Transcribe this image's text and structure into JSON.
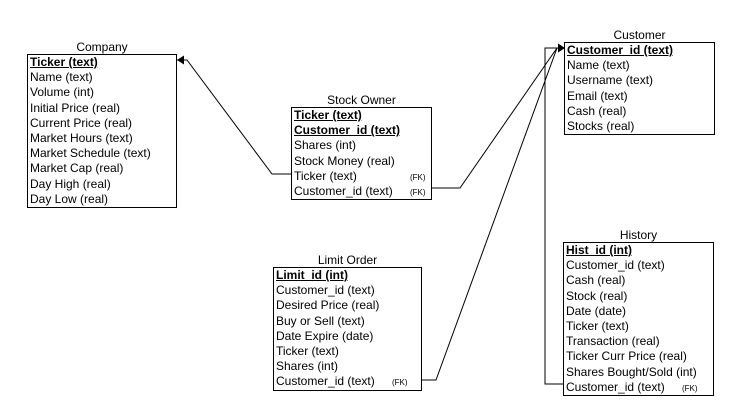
{
  "entities": {
    "company": {
      "title": "Company",
      "rows": [
        {
          "text": "Ticker (text)",
          "key": true
        },
        {
          "text": "Name (text)"
        },
        {
          "text": "Volume (int)"
        },
        {
          "text": "Initial Price (real)"
        },
        {
          "text": "Current Price (real)"
        },
        {
          "text": "Market Hours (text)"
        },
        {
          "text": "Market Schedule (text)"
        },
        {
          "text": "Market Cap (real)"
        },
        {
          "text": "Day High (real)"
        },
        {
          "text": "Day Low (real)"
        }
      ]
    },
    "stock_owner": {
      "title": "Stock Owner",
      "rows": [
        {
          "text": "Ticker (text)",
          "key": true
        },
        {
          "text": "Customer_id (text)",
          "key": true
        },
        {
          "text": "Shares (int)"
        },
        {
          "text": "Stock Money (real)"
        },
        {
          "text": "Ticker (text)",
          "fk": "(FK)"
        },
        {
          "text": "Customer_id (text)",
          "fk": "(FK)"
        }
      ]
    },
    "customer": {
      "title": "Customer",
      "rows": [
        {
          "text": "Customer_id (text)",
          "key": true
        },
        {
          "text": "Name (text)"
        },
        {
          "text": "Username (text)"
        },
        {
          "text": "Email (text)"
        },
        {
          "text": "Cash (real)"
        },
        {
          "text": "Stocks (real)"
        }
      ]
    },
    "limit_order": {
      "title": "Limit Order",
      "rows": [
        {
          "text": "Limit_id (int)",
          "key": true
        },
        {
          "text": "Customer_id (text)"
        },
        {
          "text": "Desired Price (real)"
        },
        {
          "text": "Buy or Sell (text)"
        },
        {
          "text": "Date Expire (date)"
        },
        {
          "text": "Ticker (text)"
        },
        {
          "text": "Shares (int)"
        },
        {
          "text": "Customer_id (text)",
          "fk": "(FK)"
        }
      ]
    },
    "history": {
      "title": "History",
      "rows": [
        {
          "text": "Hist_id (int)",
          "key": true
        },
        {
          "text": "Customer_id (text)"
        },
        {
          "text": "Cash (real)"
        },
        {
          "text": "Stock (real)"
        },
        {
          "text": "Date (date)"
        },
        {
          "text": "Ticker (text)"
        },
        {
          "text": "Transaction (real)"
        },
        {
          "text": "Ticker Curr Price (real)"
        },
        {
          "text": "Shares Bought/Sold (int)"
        },
        {
          "text": "Customer_id (text)",
          "fk": "(FK)"
        }
      ]
    }
  },
  "relationships": [
    {
      "from": "stock_owner.Ticker",
      "to": "company.Ticker"
    },
    {
      "from": "stock_owner.Customer_id",
      "to": "customer.Customer_id"
    },
    {
      "from": "limit_order.Customer_id",
      "to": "customer.Customer_id"
    },
    {
      "from": "history.Customer_id",
      "to": "customer.Customer_id"
    }
  ]
}
